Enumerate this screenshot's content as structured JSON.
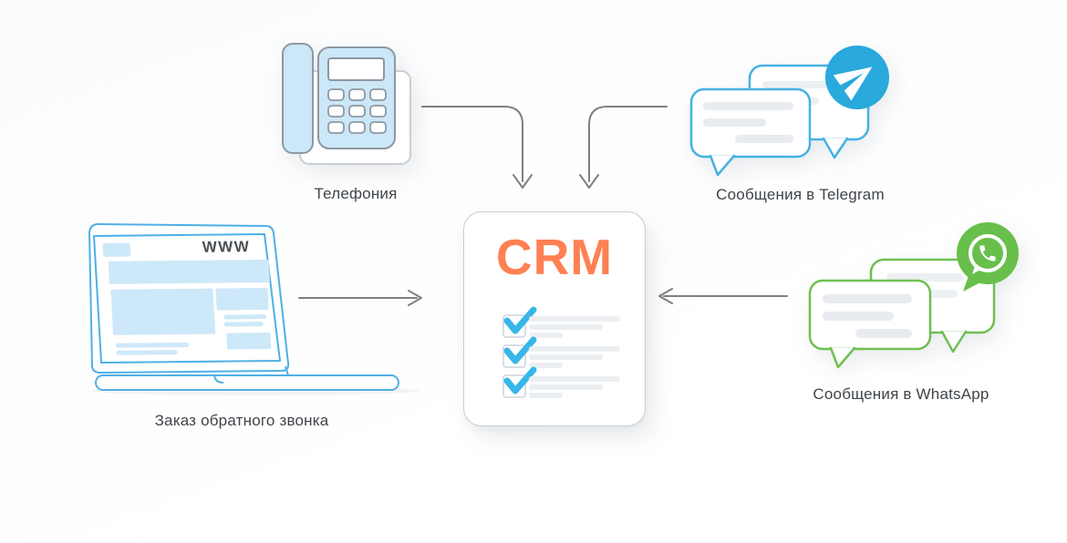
{
  "diagram": {
    "center": {
      "title": "CRM",
      "checklist_rows": 3
    },
    "nodes": {
      "telephony": {
        "label": "Телефония",
        "icon": "desk-phone-icon"
      },
      "telegram": {
        "label": "Сообщения в Telegram",
        "icon": "telegram-chat-bubbles-icon"
      },
      "callback": {
        "label": "Заказ обратного звонка",
        "icon": "laptop-website-icon",
        "screen_text": "WWW"
      },
      "whatsapp": {
        "label": "Сообщения в WhatsApp",
        "icon": "whatsapp-chat-bubbles-icon"
      }
    },
    "colors": {
      "crm_orange": "#ff8052",
      "check_blue": "#38b6e8",
      "outline_blue": "#45b1e4",
      "light_blue_fill": "#cbe7f8",
      "telegram_blue": "#29a9dc",
      "whatsapp_green": "#68bf4b",
      "arrow_gray": "#7d8084",
      "label_gray": "#3f4449",
      "placeholder_gray": "#e8ebef"
    }
  }
}
